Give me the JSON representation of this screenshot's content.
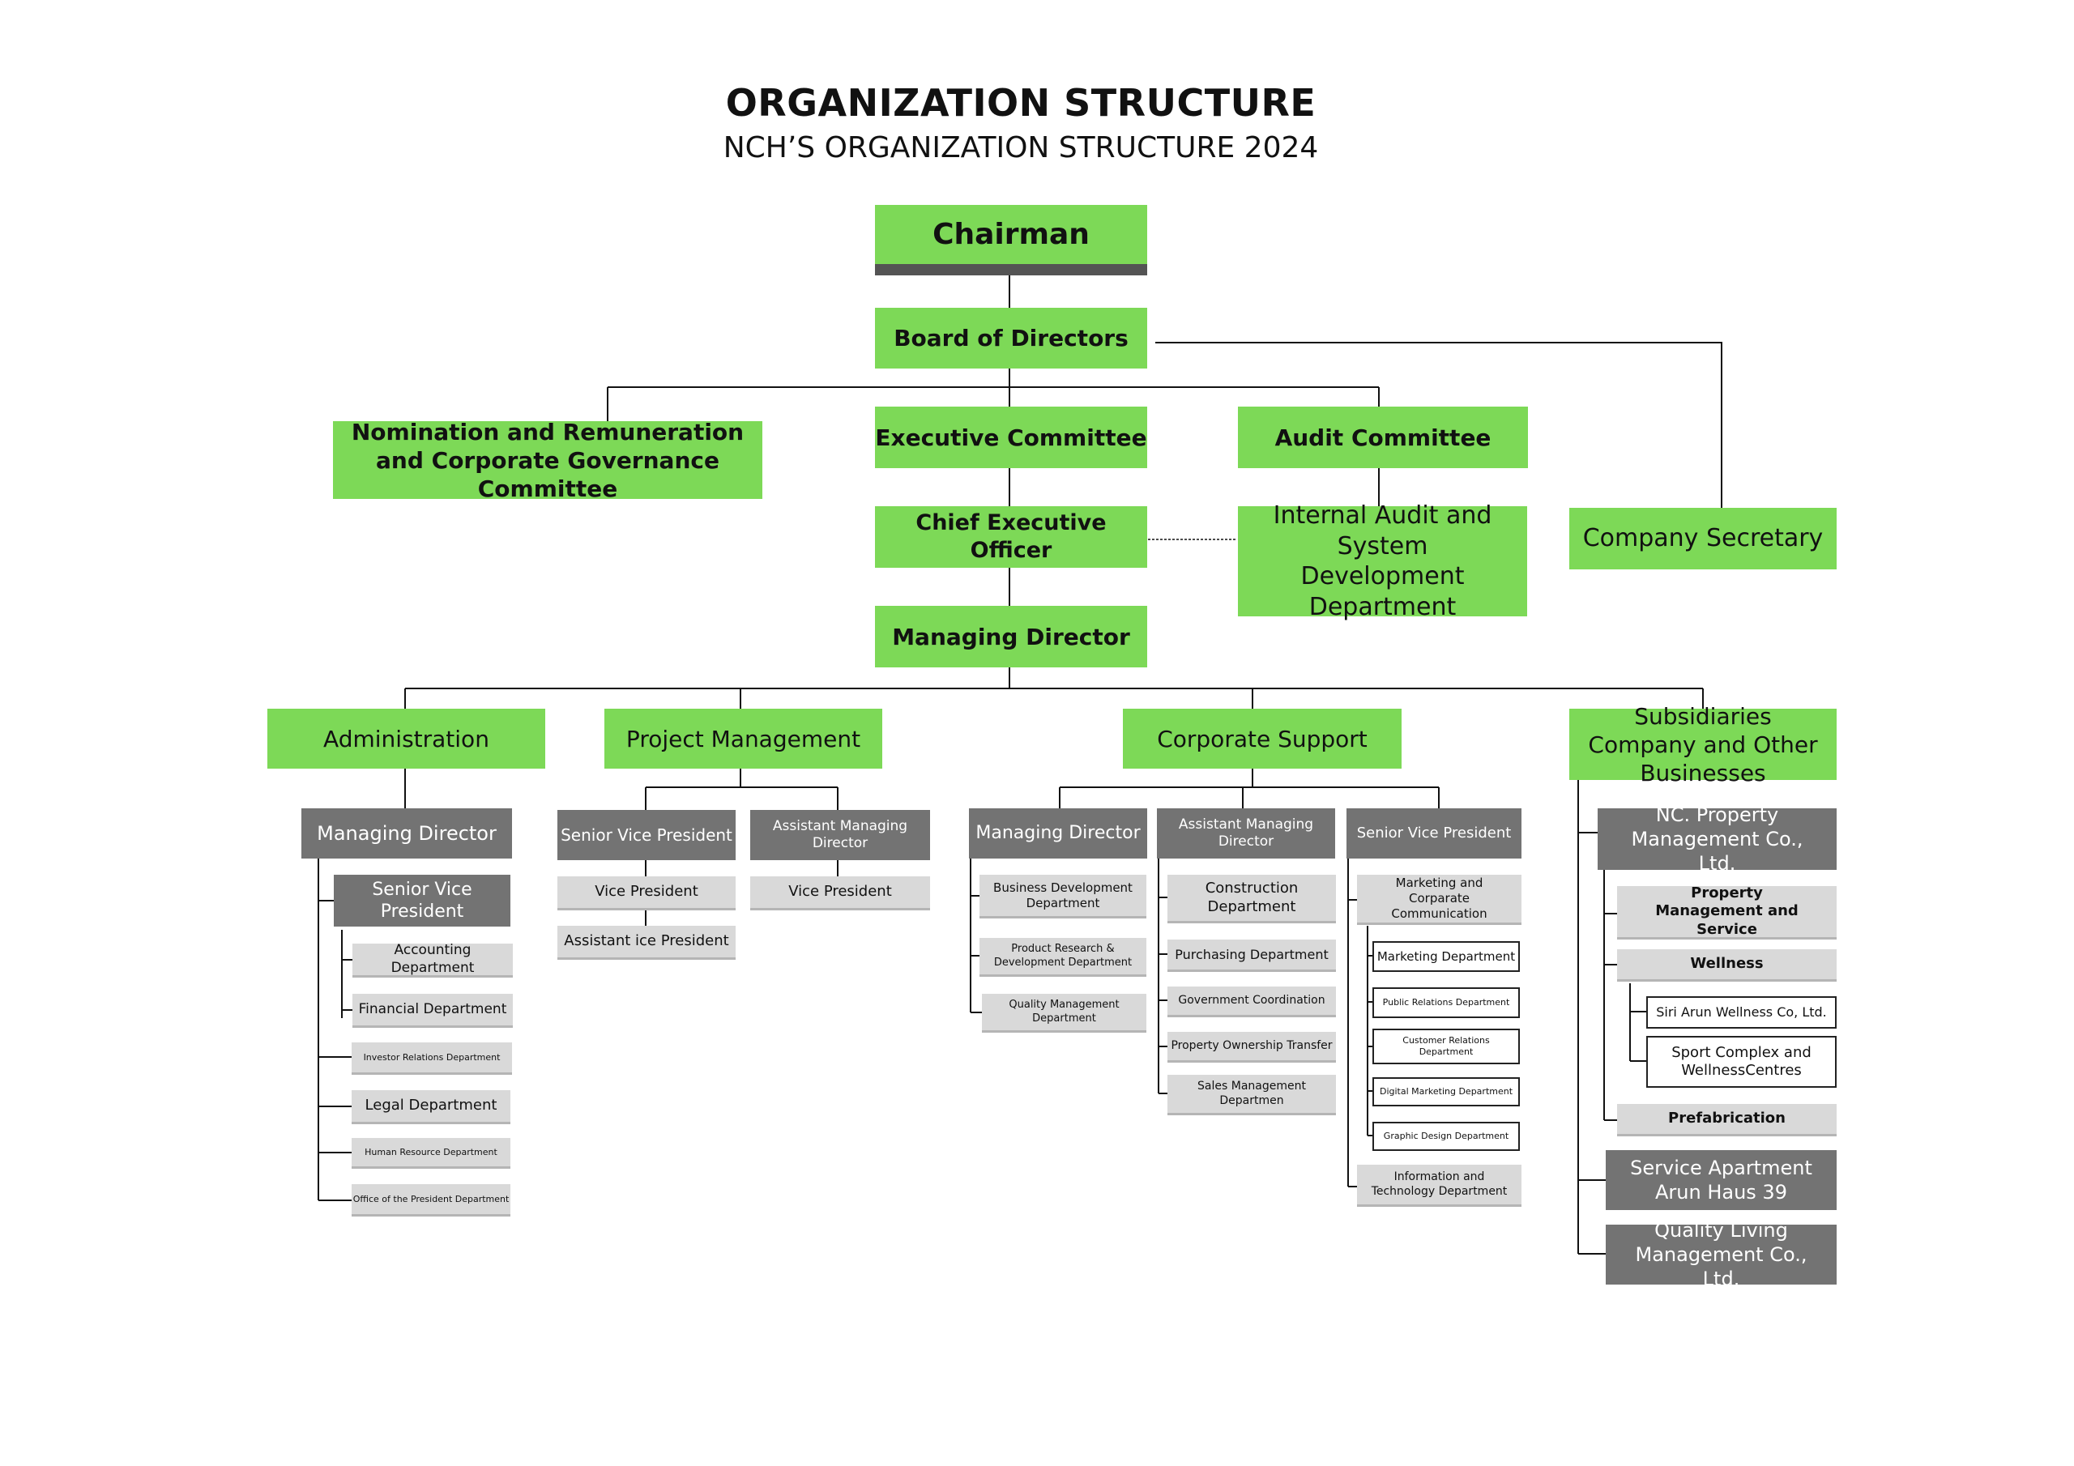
{
  "header": {
    "title": "ORGANIZATION STRUCTURE",
    "subtitle": "NCH’S ORGANIZATION STRUCTURE 2024"
  },
  "top": {
    "chairman": "Chairman",
    "board": "Board of Directors",
    "nomination": "Nomination and Remuneration and Corporate Governance Committee",
    "executive_committee": "Executive Committee",
    "audit_committee": "Audit Committee",
    "ceo": "Chief Executive Officer",
    "internal_audit": "Internal Audit and System Development Department",
    "company_secretary": "Company Secretary",
    "managing_director": "Managing Director"
  },
  "administration": {
    "label": "Administration",
    "managing_director": "Managing Director",
    "svp": "Senior Vice President",
    "accounting": "Accounting Department",
    "financial": "Financial Department",
    "investor_relations": "Investor Relations Department",
    "legal": "Legal Department",
    "human_resource": "Human Resource Department",
    "office_president": "Office of the President Department"
  },
  "project": {
    "label": "Project Management",
    "svp": "Senior Vice President",
    "vp": "Vice President",
    "avp": "Assistant ice President",
    "amd": "Assistant Managing Director",
    "amd_vp": "Vice President"
  },
  "corporate": {
    "label": "Corporate Support",
    "md": "Managing Director",
    "business_dev": "Business Development Department",
    "product_research": "Product Research & Development Department",
    "quality_mgmt": "Quality Management Department",
    "amd": "Assistant Managing Director",
    "construction": "Construction Department",
    "purchasing": "Purchasing Department",
    "government": "Government Coordination",
    "property_ownership": "Property Ownership Transfer",
    "sales_mgmt": "Sales Management Departmen",
    "svp": "Senior Vice President",
    "marketing_comm": "Marketing and Corparate Communication",
    "marketing_dept": "Marketing Department",
    "public_relations": "Public Relations Department",
    "customer_relations": "Customer Relations Department",
    "digital_marketing": "Digital Marketing Department",
    "graphic_design": "Graphic Design Department",
    "it": "Information and Technology Department"
  },
  "subsidiaries": {
    "label": "Subsidiaries Company and Other Businesses",
    "nc_property": "NC. Property Management Co., Ltd.",
    "property_mgmt_service": "Property Management and Service",
    "wellness": "Wellness",
    "siri_arun": "Siri Arun Wellness Co, Ltd.",
    "sport_complex": "Sport Complex and WellnessCentres",
    "prefabrication": "Prefabrication",
    "service_apartment": "Service Apartment Arun Haus 39",
    "quality_living": "Quality Living Management Co., Ltd."
  },
  "colors": {
    "green": "#7dd957",
    "dark_gray": "#737373",
    "light_gray": "#d9d9d9",
    "line": "#000000"
  }
}
